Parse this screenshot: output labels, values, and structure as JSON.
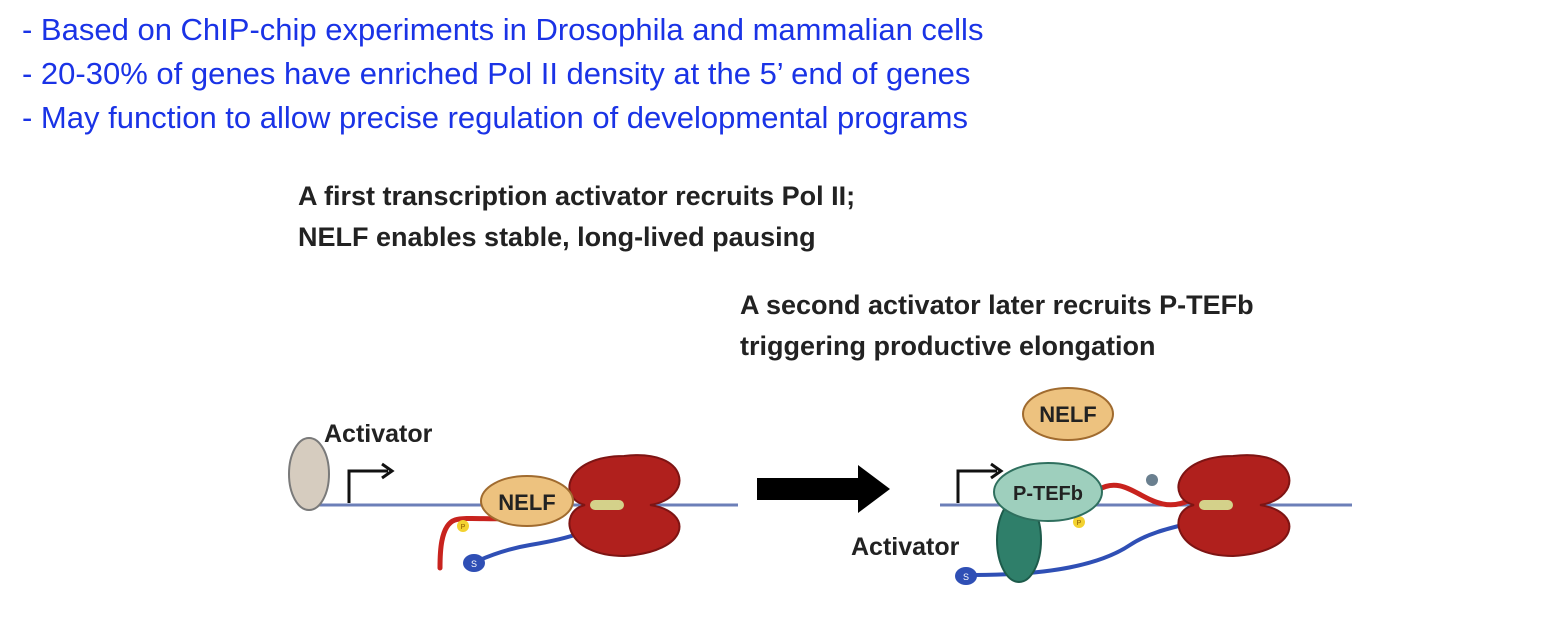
{
  "bullets": [
    "- Based on ChIP-chip experiments in Drosophila and mammalian cells",
    "- 20-30% of genes have enriched Pol II density at the 5’ end of genes",
    "- May function to allow precise regulation of developmental programs"
  ],
  "diagram": {
    "caption_first": [
      "A first transcription activator recruits Pol II;",
      "NELF enables stable, long-lived pausing"
    ],
    "caption_second": [
      "A second activator later recruits P-TEFb",
      "triggering productive elongation"
    ],
    "left": {
      "activator": "Activator",
      "nelf": "NELF",
      "s_mark": "S",
      "p_mark": "P"
    },
    "right": {
      "activator": "Activator",
      "nelf": "NELF",
      "ptefb": "P-TEFb",
      "s_mark": "S",
      "p_mark": "P"
    }
  }
}
